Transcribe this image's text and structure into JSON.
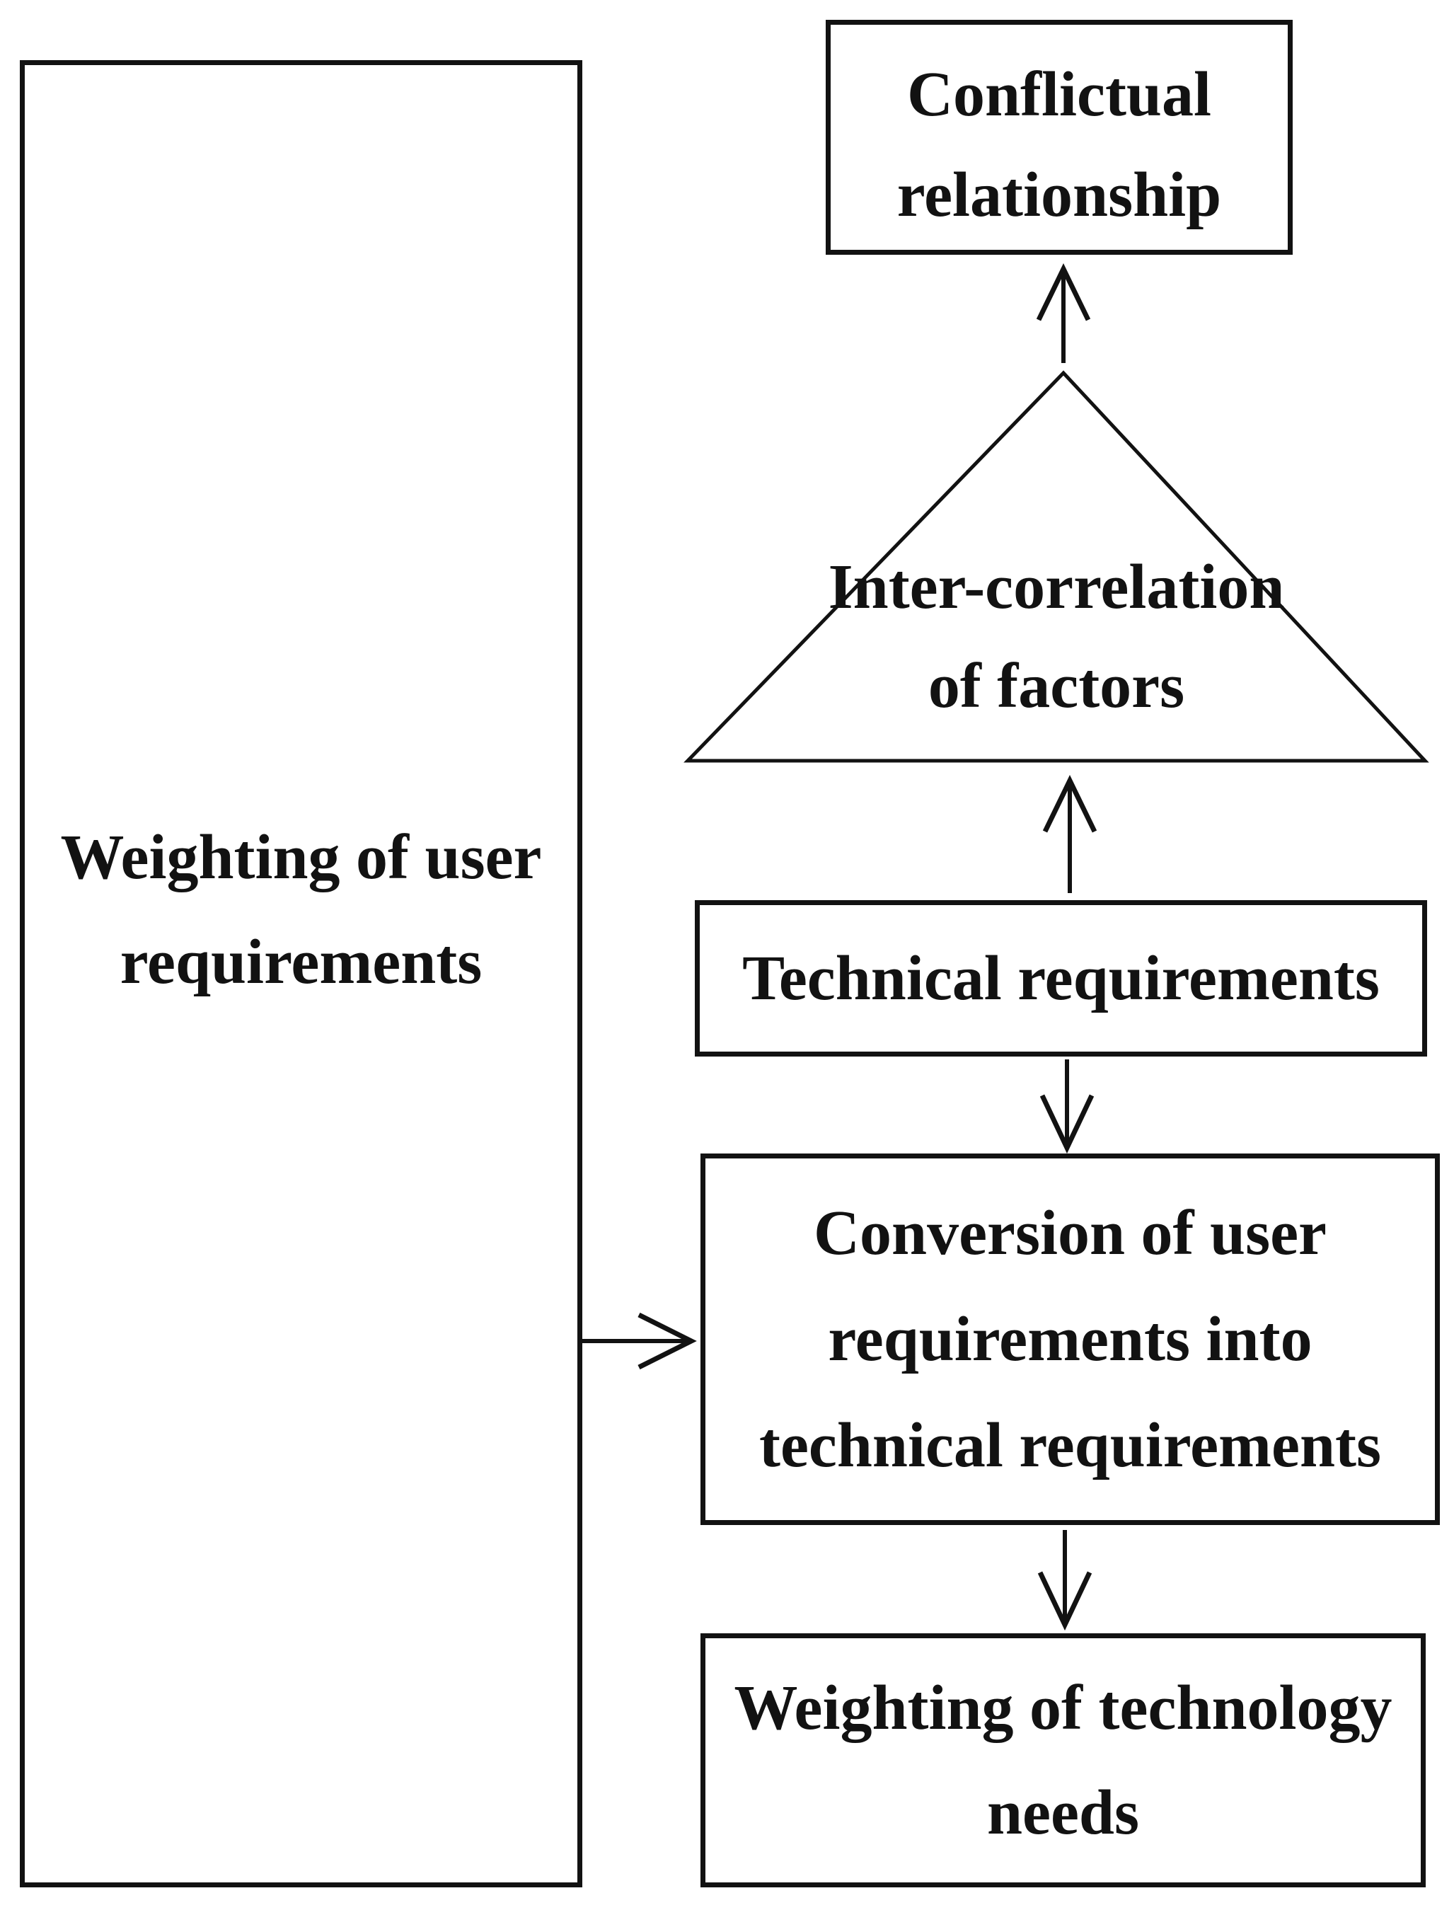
{
  "figure": {
    "background_color": "#ffffff",
    "ink_color": "#121212",
    "left_panel": {
      "lines": [
        "Weighting of user",
        "requirements"
      ]
    },
    "conflictual_box": {
      "lines": [
        "Conflictual",
        "relationship"
      ]
    },
    "triangle": {
      "lines": [
        "Inter-correlation",
        "of factors"
      ]
    },
    "technical_box": {
      "lines": [
        "Technical requirements"
      ]
    },
    "conversion_box": {
      "lines": [
        "Conversion of user",
        "requirements into",
        "technical requirements"
      ]
    },
    "technology_needs_box": {
      "lines": [
        "Weighting of technology",
        "needs"
      ]
    }
  }
}
